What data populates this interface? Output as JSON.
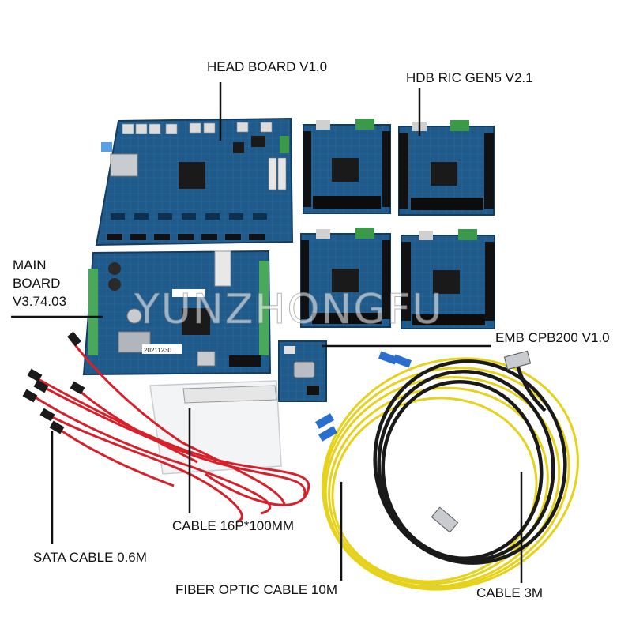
{
  "watermark": "YUNZHONGFU",
  "labels": {
    "head_board": "HEAD BOARD V1.0",
    "hdb_ric": "HDB RIC GEN5 V2.1",
    "main_board_line1": "MAIN",
    "main_board_line2": "BOARD",
    "main_board_line3": "V3.74.03",
    "emb_cpb": "EMB CPB200 V1.0",
    "cable_16p": "CABLE 16P*100MM",
    "sata_cable": "SATA CABLE 0.6M",
    "fiber_cable": "FIBER OPTIC CABLE 10M",
    "cable_3m": "CABLE 3M"
  },
  "board_silkscreen": {
    "main_board_date": "20211230"
  },
  "colors": {
    "pcb": "#1f5a8a",
    "pcb_dark": "#163f63",
    "sata_red": "#d8202a",
    "fiber_yellow": "#e6d21a",
    "ethernet_black": "#1a1a1a",
    "connector_green": "#3a9a4a",
    "fiber_connector_blue": "#2a6fd0"
  }
}
